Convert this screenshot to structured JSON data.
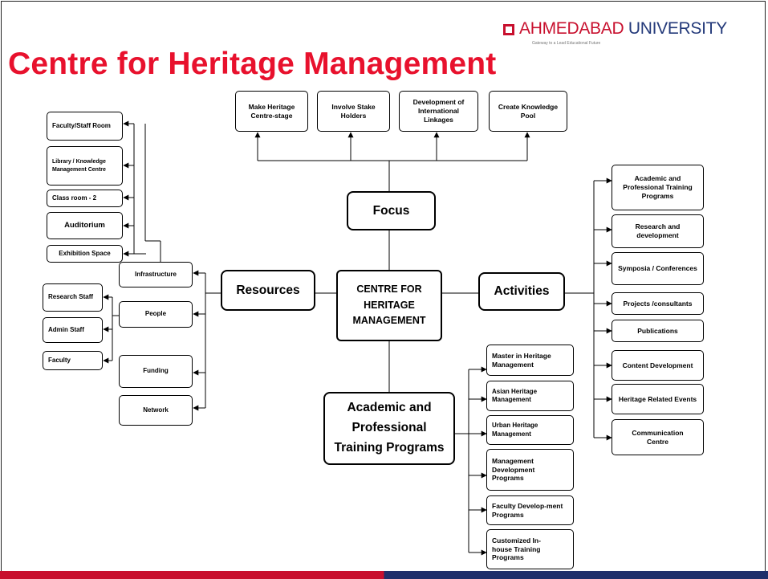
{
  "header": {
    "title": "Centre for Heritage Management",
    "logo_word1": "AHMEDABAD",
    "logo_word2": "UNIVERSITY",
    "logo_tagline": "Gateway to a Lead Educational Future"
  },
  "colors": {
    "title": "#e8112d",
    "logo_red": "#c8102e",
    "logo_blue": "#243a7a"
  },
  "diagram": {
    "center": "CENTRE FOR HERITAGE MANAGEMENT",
    "focus": {
      "label": "Focus",
      "items": [
        "Make Heritage Centre-stage",
        "Involve Stake Holders",
        "Development of International Linkages",
        "Create Knowledge Pool"
      ]
    },
    "resources": {
      "label": "Resources",
      "items": [
        "Infrastructure",
        "People",
        "Funding",
        "Network"
      ],
      "infrastructure_items": [
        "Faculty/Staff Room",
        "Library / Knowledge Management Centre",
        "Class room - 2",
        "Auditorium",
        "Exhibition Space"
      ],
      "people_items": [
        "Research Staff",
        "Admin Staff",
        "Faculty"
      ]
    },
    "activities": {
      "label": "Activities",
      "items": [
        "Academic and Professional Training Programs",
        "Research and development",
        "Symposia / Conferences",
        "Projects /consultants",
        "Publications",
        "Content Development",
        "Heritage Related Events",
        "Communication Centre"
      ]
    },
    "programs": {
      "label": "Academic and Professional Training Programs",
      "items": [
        "Master in Heritage Management",
        "Asian Heritage Management",
        "Urban Heritage Management",
        "Management Development Programs",
        "Faculty Develop-ment Programs",
        "Customized In-house Training Programs"
      ]
    }
  }
}
